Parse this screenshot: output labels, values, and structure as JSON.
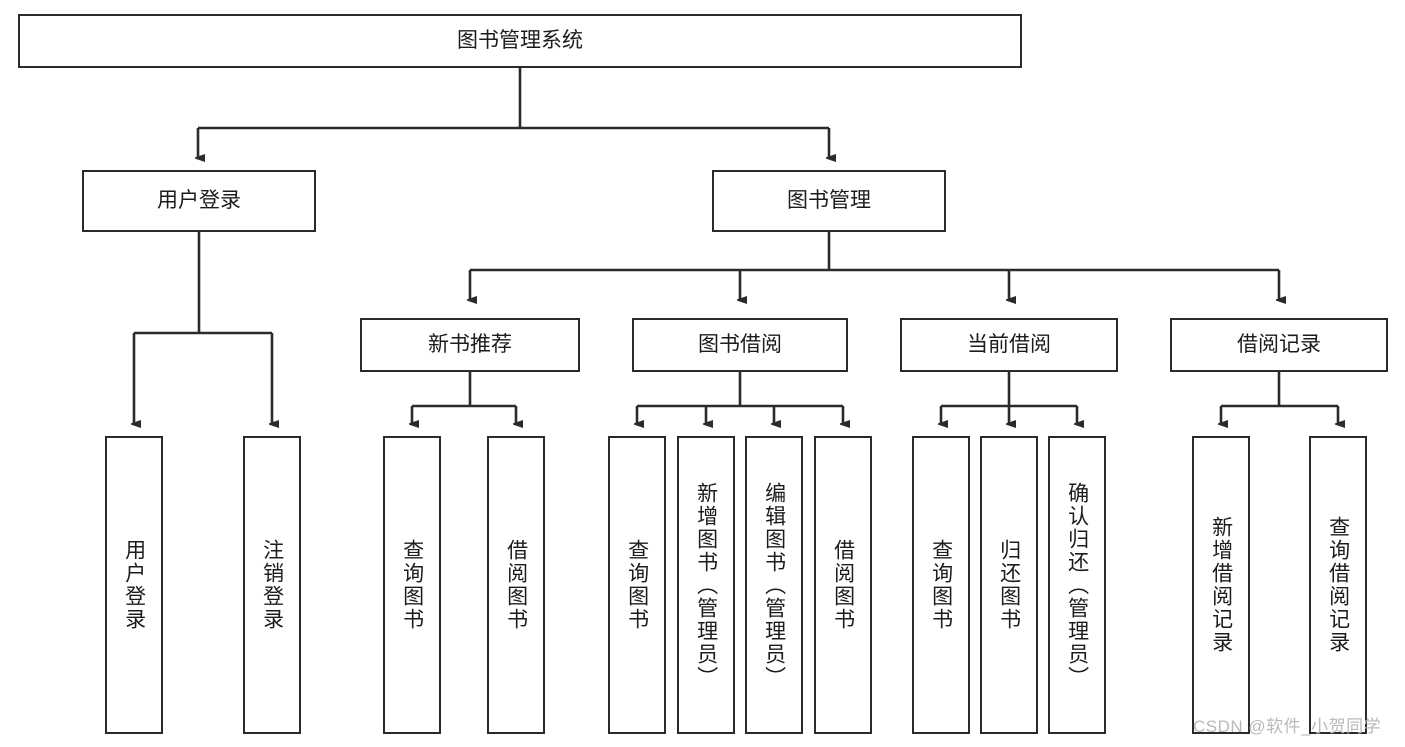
{
  "diagram": {
    "type": "tree",
    "title": "图书管理系统",
    "orientation": "top-down",
    "colors": {
      "box_border": "#2b2b2b",
      "box_fill": "#ffffff",
      "edge": "#2b2b2b",
      "text": "#1c1c1c",
      "watermark": "#b9b9b9"
    },
    "watermark": "CSDN @软件_小贺同学",
    "nodes": {
      "root": "图书管理系统",
      "level2": [
        "用户登录",
        "图书管理"
      ],
      "level3": [
        "新书推荐",
        "图书借阅",
        "当前借阅",
        "借阅记录"
      ],
      "leaves": {
        "user_login": [
          "用户登录",
          "注销登录"
        ],
        "new_book_recommend": [
          "查询图书",
          "借阅图书"
        ],
        "book_borrow": [
          "查询图书",
          "新增图书（管理员）",
          "编辑图书（管理员）",
          "借阅图书"
        ],
        "current_borrow": [
          "查询图书",
          "归还图书",
          "确认归还（管理员）"
        ],
        "borrow_record": [
          "新增借阅记录",
          "查询借阅记录"
        ]
      }
    },
    "edges": [
      {
        "from": "图书管理系统",
        "to": "用户登录"
      },
      {
        "from": "图书管理系统",
        "to": "图书管理"
      },
      {
        "from": "图书管理",
        "to": "新书推荐"
      },
      {
        "from": "图书管理",
        "to": "图书借阅"
      },
      {
        "from": "图书管理",
        "to": "当前借阅"
      },
      {
        "from": "图书管理",
        "to": "借阅记录"
      },
      {
        "from": "用户登录",
        "to": "用户登录"
      },
      {
        "from": "用户登录",
        "to": "注销登录"
      },
      {
        "from": "新书推荐",
        "to": "查询图书"
      },
      {
        "from": "新书推荐",
        "to": "借阅图书"
      },
      {
        "from": "图书借阅",
        "to": "查询图书"
      },
      {
        "from": "图书借阅",
        "to": "新增图书（管理员）"
      },
      {
        "from": "图书借阅",
        "to": "编辑图书（管理员）"
      },
      {
        "from": "图书借阅",
        "to": "借阅图书"
      },
      {
        "from": "当前借阅",
        "to": "查询图书"
      },
      {
        "from": "当前借阅",
        "to": "归还图书"
      },
      {
        "from": "当前借阅",
        "to": "确认归还（管理员）"
      },
      {
        "from": "借阅记录",
        "to": "新增借阅记录"
      },
      {
        "from": "借阅记录",
        "to": "查询借阅记录"
      }
    ]
  }
}
